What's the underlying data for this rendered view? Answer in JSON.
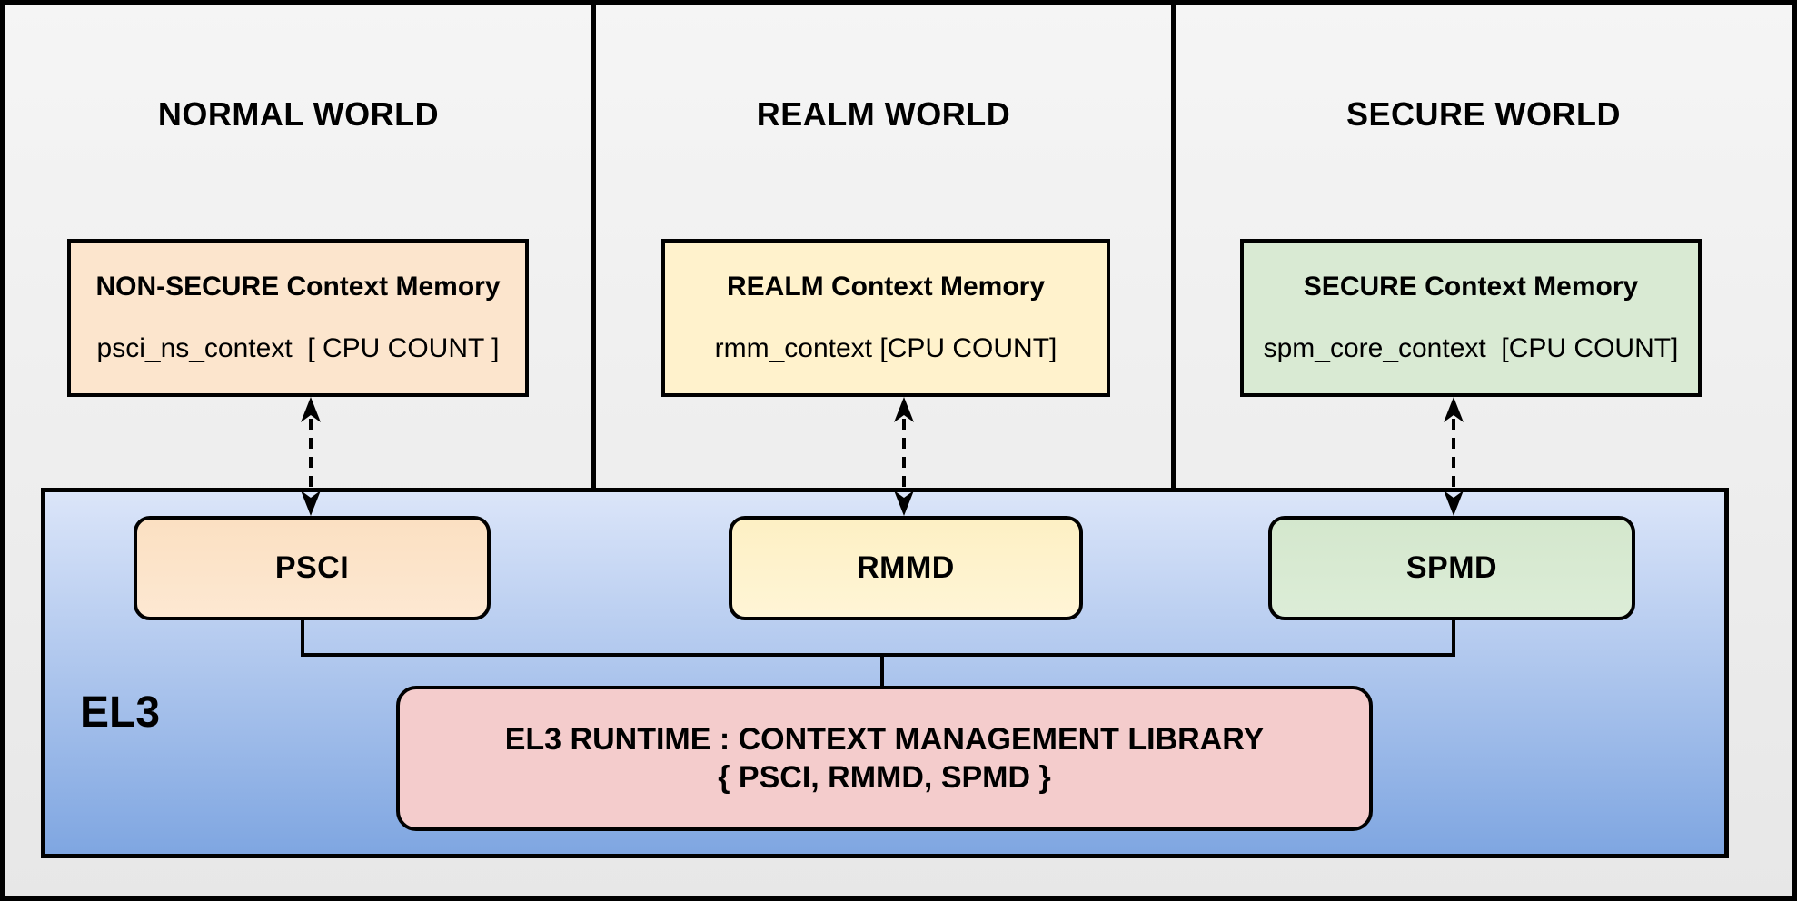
{
  "worlds": [
    {
      "title": "NORMAL WORLD",
      "memory": {
        "heading": "NON-SECURE Context Memory",
        "entry": "psci_ns_context  [ CPU COUNT ]",
        "fill": "#fce5cd"
      }
    },
    {
      "title": "REALM WORLD",
      "memory": {
        "heading": "REALM Context Memory",
        "entry": "rmm_context [CPU COUNT]",
        "fill": "#fff2cc"
      }
    },
    {
      "title": "SECURE WORLD",
      "memory": {
        "heading": "SECURE Context Memory",
        "entry": "spm_core_context  [CPU COUNT]",
        "fill": "#d9ead3"
      }
    }
  ],
  "el3": {
    "label": "EL3",
    "services": [
      {
        "label": "PSCI",
        "fill": "#fce5cd"
      },
      {
        "label": "RMMD",
        "fill": "#fff2cc"
      },
      {
        "label": "SPMD",
        "fill": "#d9ead3"
      }
    ],
    "runtime": {
      "line1": "EL3 RUNTIME : CONTEXT MANAGEMENT LIBRARY",
      "line2": "{ PSCI, RMMD, SPMD }",
      "fill": "#f4cccc"
    },
    "background_top": "#dbe5f9",
    "background_bottom": "#7fa6e1"
  },
  "colors": {
    "outline": "#000000",
    "panel_background_top": "#f5f5f5",
    "panel_background_bottom": "#e7e7e7"
  }
}
